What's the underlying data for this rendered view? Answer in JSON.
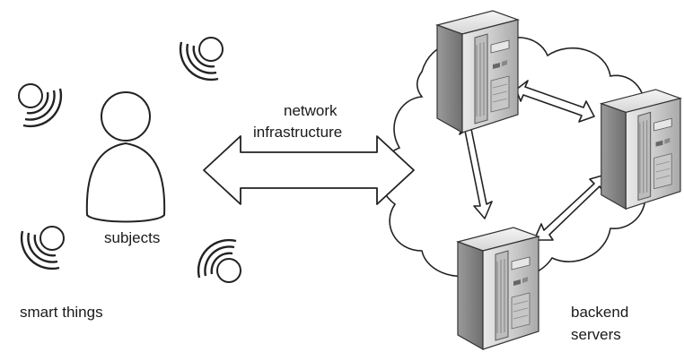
{
  "labels": {
    "network": "network",
    "infrastructure": "infrastructure",
    "subjects": "subjects",
    "smart_things": "smart things",
    "backend": "backend",
    "servers": "servers"
  },
  "icons": {
    "person": "person-icon",
    "signal_device": "wireless-device-icon",
    "server": "server-tower-icon",
    "cloud": "cloud-icon",
    "double_arrow": "double-arrow-icon"
  }
}
